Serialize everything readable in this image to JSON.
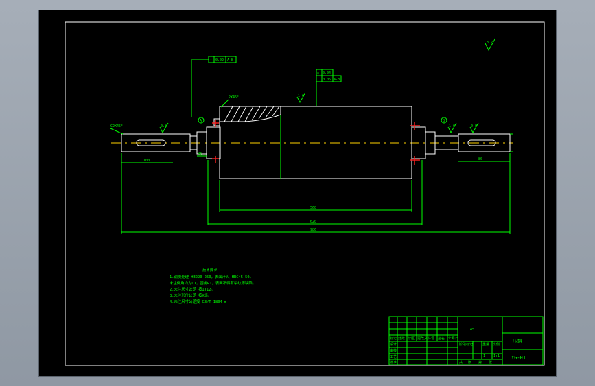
{
  "drawing": {
    "frame_color": "#ffffff",
    "line_color": "#00ff00",
    "centerline_color": "#ffd200",
    "marker_color": "#ff2020",
    "background": "#000000"
  },
  "annotations": {
    "roughness_top_right": "3.2",
    "roughness_left_journal": "0.8",
    "roughness_right_journal": "0.8",
    "roughness_roller": "1.6",
    "roughness_right_shoulder": "1.6",
    "gdt_left": [
      "⌖",
      "0.02",
      "A-B"
    ],
    "gdt_top_row1": [
      "◎",
      "0.04"
    ],
    "gdt_top_row2": [
      "⊥",
      "0.05",
      "A-B"
    ],
    "chamfer_left": "C2X45°",
    "chamfer_top": "2X45°",
    "datum_a": "A",
    "datum_b": "B"
  },
  "notes": {
    "title": "技术要求",
    "lines": [
      "1.调质处理 HB220-250，表面淬火 HRC45-50。",
      "  未注倒角均为C1，圆角R1，表面不得有裂纹等缺陷。",
      "2.未注尺寸公差 按IT12。",
      "3.未注形位公差 按K级。",
      "4.未注尺寸公差按 GB/T 1804-m"
    ]
  },
  "title_block": {
    "part_name": "压辊",
    "drawing_no": "YG-01",
    "material": "45",
    "scale": "1:1",
    "count": "1",
    "labels": [
      "标记",
      "处数",
      "分区",
      "更改文件号",
      "签名",
      "年月日"
    ],
    "row_labels": [
      "设计",
      "审核",
      "工艺",
      "批准"
    ],
    "stage_labels": [
      "阶段标记",
      "重量",
      "比例"
    ],
    "sheet_labels": [
      "共",
      "张",
      "第",
      "张"
    ]
  }
}
